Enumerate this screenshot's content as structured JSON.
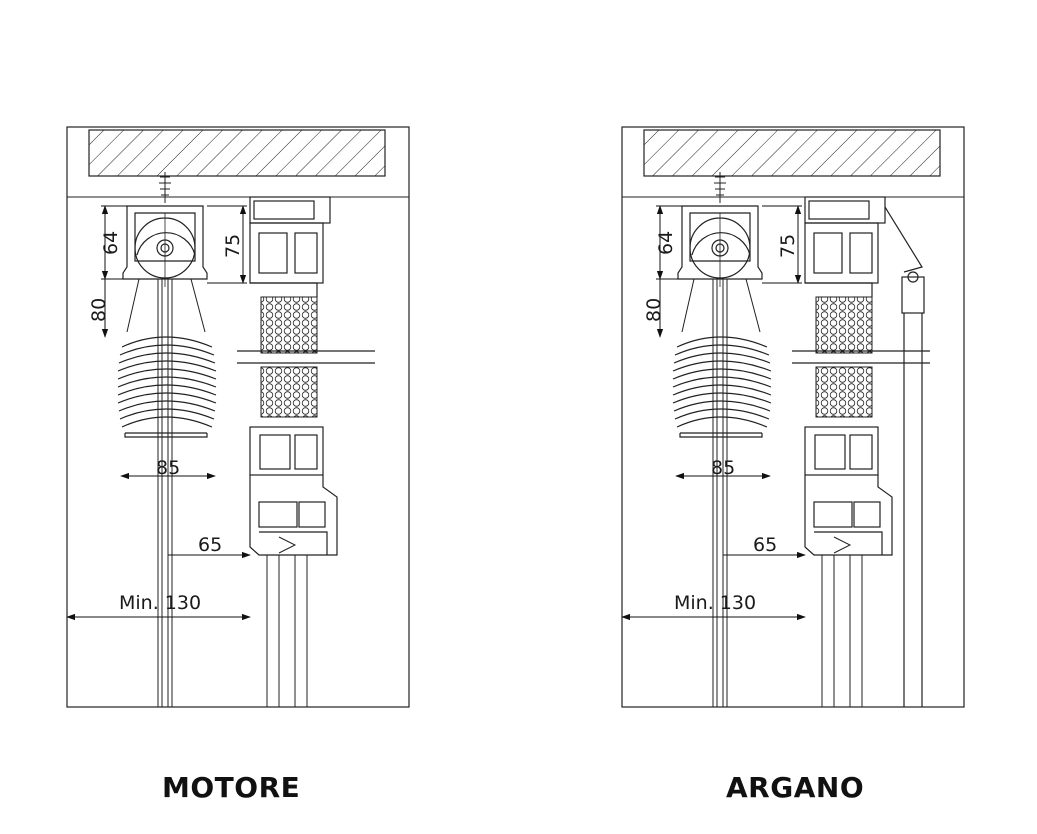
{
  "panels": [
    {
      "caption": "MOTORE",
      "dimensions": {
        "d64": "64",
        "d75": "75",
        "d80": "80",
        "d85": "85",
        "d65": "65",
        "min130": "Min. 130"
      }
    },
    {
      "caption": "ARGANO",
      "dimensions": {
        "d64": "64",
        "d75": "75",
        "d80": "80",
        "d85": "85",
        "d65": "65",
        "min130": "Min. 130"
      }
    }
  ]
}
